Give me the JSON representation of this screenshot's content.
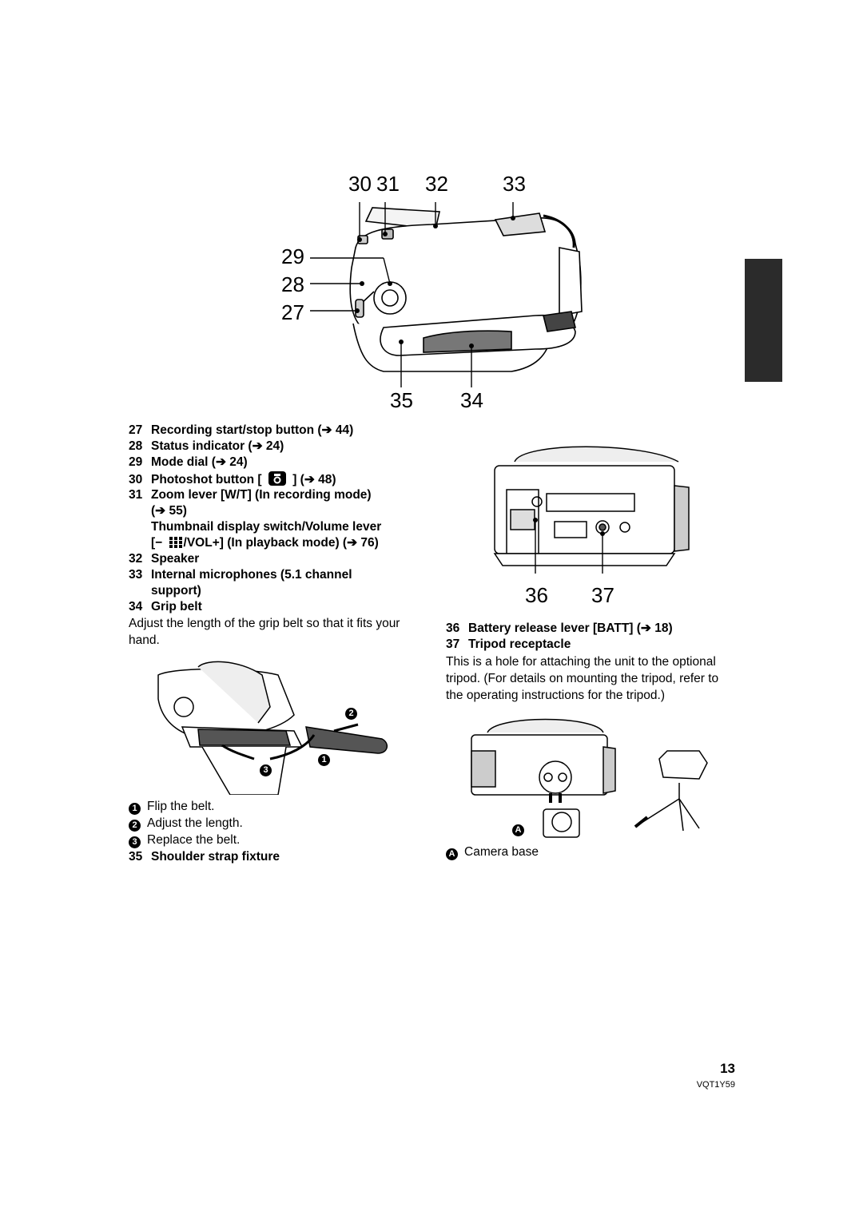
{
  "top_diagram": {
    "callouts": {
      "c30": "30",
      "c31": "31",
      "c32": "32",
      "c33": "33",
      "c29": "29",
      "c28": "28",
      "c27": "27",
      "c35": "35",
      "c34": "34"
    }
  },
  "parts_list": [
    {
      "num": "27",
      "text": "Recording start/stop button (➔ 44)"
    },
    {
      "num": "28",
      "text": "Status indicator (➔ 24)"
    },
    {
      "num": "29",
      "text": "Mode dial (➔ 24)"
    },
    {
      "num": "30",
      "text_before": "Photoshot button [",
      "text_after": "] (➔ 48)"
    },
    {
      "num": "31",
      "text": "Zoom lever [W/T] (In recording mode)",
      "text_line2": "(➔ 55)"
    }
  ],
  "thumbnail_switch": {
    "line1": "Thumbnail display switch/Volume lever",
    "line2_before": "[−",
    "line2_after": "/VOL+] (In playback mode) (➔ 76)"
  },
  "parts_list_2": [
    {
      "num": "32",
      "text": "Speaker"
    },
    {
      "num": "33",
      "text": "Internal microphones (5.1 channel",
      "text_line2": "support)"
    },
    {
      "num": "34",
      "text": "Grip belt"
    }
  ],
  "grip_belt_desc": "Adjust the length of the grip belt so that it fits your hand.",
  "grip_steps": [
    {
      "marker": "1",
      "text": "Flip the belt."
    },
    {
      "marker": "2",
      "text": "Adjust the length."
    },
    {
      "marker": "3",
      "text": "Replace the belt."
    }
  ],
  "grip_diagram_markers": {
    "m1": "1",
    "m2": "2",
    "m3": "3"
  },
  "item35": {
    "num": "35",
    "text": "Shoulder strap fixture"
  },
  "bottom_diagram": {
    "c36": "36",
    "c37": "37"
  },
  "parts_list_3": [
    {
      "num": "36",
      "text": "Battery release lever [BATT] (➔ 18)"
    },
    {
      "num": "37",
      "text": "Tripod receptacle"
    }
  ],
  "tripod_desc": "This is a hole for attaching the unit to the optional tripod. (For details on mounting the tripod, refer to the operating instructions for the tripod.)",
  "tripod_diagram": {
    "marker": "A"
  },
  "camera_base": {
    "marker": "A",
    "text": "Camera base"
  },
  "footer": {
    "page_number": "13",
    "model_code": "VQT1Y59"
  },
  "colors": {
    "side_tab": "#2b2b2b",
    "ink": "#000000"
  }
}
